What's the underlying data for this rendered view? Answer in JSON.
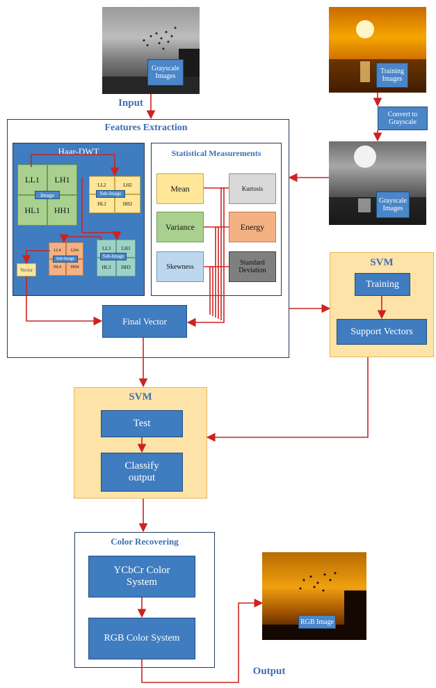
{
  "inputs": {
    "grayscale_label": "Grayscale Images",
    "input_label": "Input",
    "training_label": "Training Images",
    "convert_label": "Convert to Grayscale",
    "grayscale2_label": "Grayscale Images"
  },
  "features": {
    "title": "Features Extraction",
    "haar_title": "Haar-DWT",
    "level1": {
      "LL": "LL1",
      "LH": "LH1",
      "HL": "HL1",
      "HH": "HH1",
      "center": "Image"
    },
    "level2": {
      "LL": "LL2",
      "LH": "LH2",
      "HL": "HL2",
      "HH": "HH2",
      "center": "Sub-Image"
    },
    "level3": {
      "LL": "LL3",
      "LH": "LH3",
      "HL": "HL3",
      "HH": "HH3",
      "center": "Sub-Image"
    },
    "level4": {
      "LL": "LL4",
      "LH": "LH4",
      "HL": "HL4",
      "HH": "HH4",
      "center": "Sub-Image"
    },
    "vector_label": "Vector",
    "stats_title": "Statistical Measurements",
    "stats": {
      "mean": "Mean",
      "kurtosis": "Kurtosis",
      "variance": "Variance",
      "energy": "Energy",
      "skewness": "Skewness",
      "std": "Standard Deviation"
    },
    "final_vector": "Final Vector"
  },
  "svm_train": {
    "title": "SVM",
    "training": "Training",
    "support": "Support Vectors"
  },
  "svm_test": {
    "title": "SVM",
    "test": "Test",
    "classify": "Classify output"
  },
  "color": {
    "title": "Color Recovering",
    "ycbcr": "YCbCr Color System",
    "rgb": "RGB Color System"
  },
  "output": {
    "rgb_image": "RGB Image",
    "output_label": "Output"
  },
  "colors": {
    "arrow": "#cc2222",
    "blue": "#3f7cc0",
    "title_blue": "#3d6fb3",
    "svm_bg": "#fde3a7",
    "green": "#a9d08e",
    "yellow": "#ffe699",
    "salmon": "#f4b183",
    "teal": "#9dd3c7"
  }
}
